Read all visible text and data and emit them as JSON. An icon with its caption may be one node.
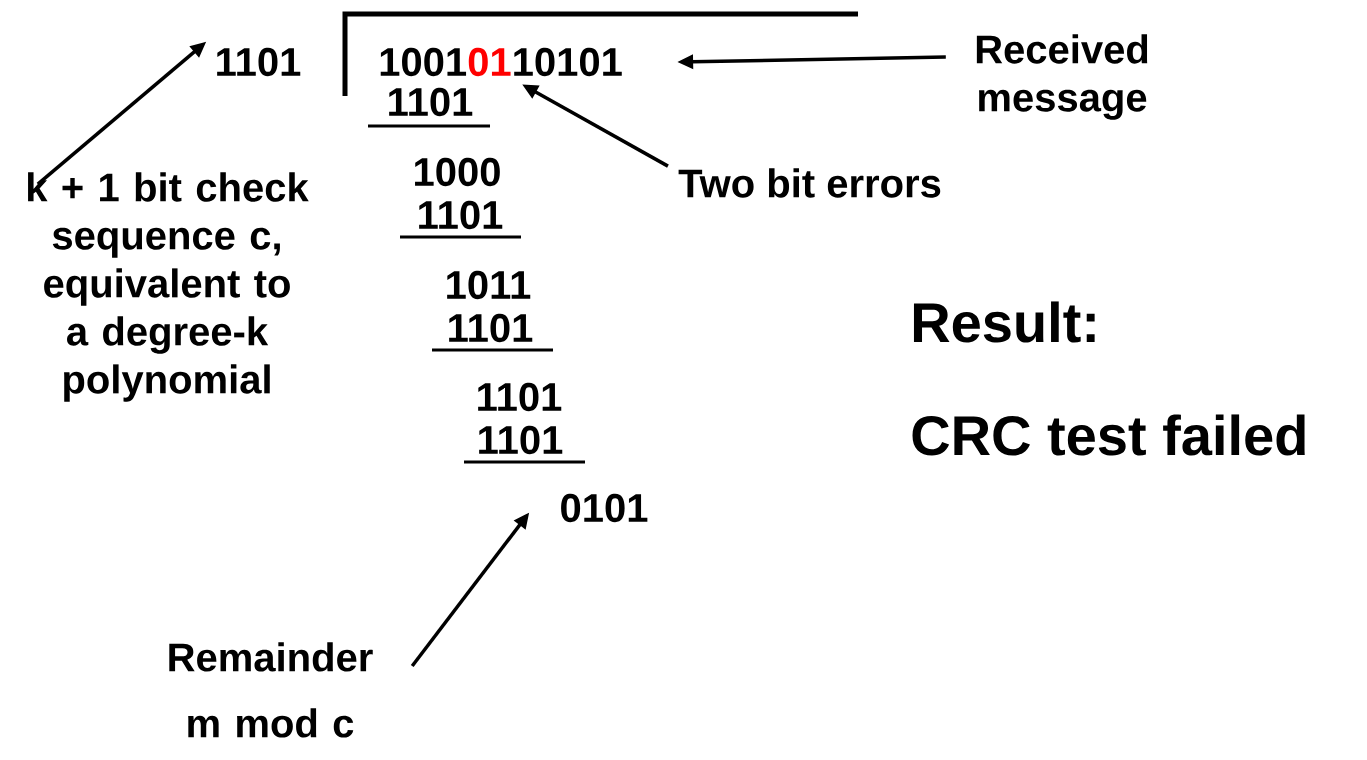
{
  "diagram": {
    "nodes": [
      {
        "text": [
          "1101"
        ]
      },
      {
        "text": [
          "k + 1 bit check sequence c, equivalent to a degree-k polynomial"
        ]
      },
      {
        "text": [
          "1001",
          "01",
          "10101"
        ]
      },
      {
        "text": [
          "Received message"
        ]
      },
      {
        "text": [
          "Two bit errors"
        ]
      },
      {
        "text": [
          "0101"
        ]
      },
      {
        "text": [
          "Remainder",
          "m mod c"
        ]
      }
    ],
    "edges": [
      {
        "from": 1,
        "to": 0,
        "arrow": "to"
      },
      {
        "from": 3,
        "to": 2,
        "arrow": "to"
      },
      {
        "from": 4,
        "to": 2,
        "arrow": "to"
      },
      {
        "from": 6,
        "to": 5,
        "arrow": "to"
      }
    ],
    "labels": [
      "1101",
      "1000",
      "1101",
      "1011",
      "1101",
      "1101",
      "1101",
      "Result:",
      "CRC test failed"
    ]
  }
}
